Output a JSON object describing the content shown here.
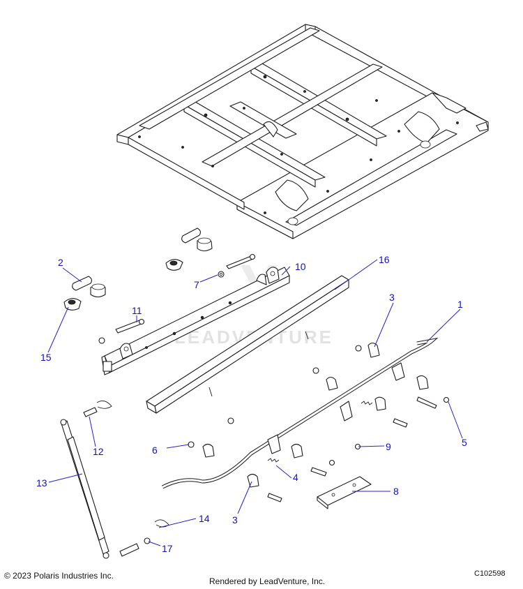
{
  "callouts": [
    {
      "id": "callout-1",
      "label": "1"
    },
    {
      "id": "callout-2",
      "label": "2"
    },
    {
      "id": "callout-3a",
      "label": "3"
    },
    {
      "id": "callout-3b",
      "label": "3"
    },
    {
      "id": "callout-4",
      "label": "4"
    },
    {
      "id": "callout-5",
      "label": "5"
    },
    {
      "id": "callout-6",
      "label": "6"
    },
    {
      "id": "callout-7",
      "label": "7"
    },
    {
      "id": "callout-8",
      "label": "8"
    },
    {
      "id": "callout-9",
      "label": "9"
    },
    {
      "id": "callout-10",
      "label": "10"
    },
    {
      "id": "callout-11",
      "label": "11"
    },
    {
      "id": "callout-12",
      "label": "12"
    },
    {
      "id": "callout-13",
      "label": "13"
    },
    {
      "id": "callout-14",
      "label": "14"
    },
    {
      "id": "callout-15",
      "label": "15"
    },
    {
      "id": "callout-16",
      "label": "16"
    },
    {
      "id": "callout-17",
      "label": "17"
    }
  ],
  "watermark": "LEADVENTURE",
  "footer": {
    "copyright": "© 2023 Polaris Industries Inc.",
    "rendered_by": "Rendered by LeadVenture, Inc.",
    "figure_id": "C102598"
  },
  "colors": {
    "callout": "#1010c0",
    "leader": "#2222cc",
    "line_art": "#1a1a1a",
    "watermark": "#e2e2e2"
  }
}
